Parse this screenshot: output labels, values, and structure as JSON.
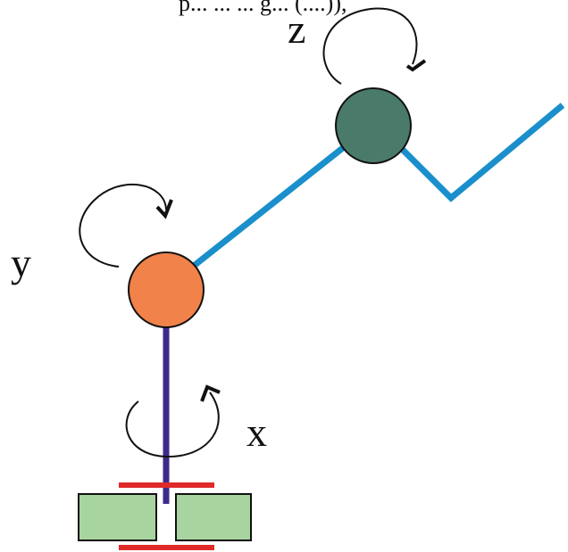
{
  "header": {
    "cropped_text": "p... ...  ... g... (....)),"
  },
  "labels": {
    "z": "z",
    "y": "y",
    "x": "x"
  },
  "colors": {
    "arm_link": "#1a8fcc",
    "base_rod": "#3d2a8a",
    "shoulder_joint": "#f0824a",
    "elbow_joint": "#4a7a6a",
    "base_block": "#a8d4a0",
    "bearing_plate": "#e02a2a",
    "arrow": "#111111"
  },
  "icons": {
    "rotation_arrows": [
      "rotation-arrow-z-icon",
      "rotation-arrow-y-icon",
      "rotation-arrow-x-icon"
    ]
  }
}
